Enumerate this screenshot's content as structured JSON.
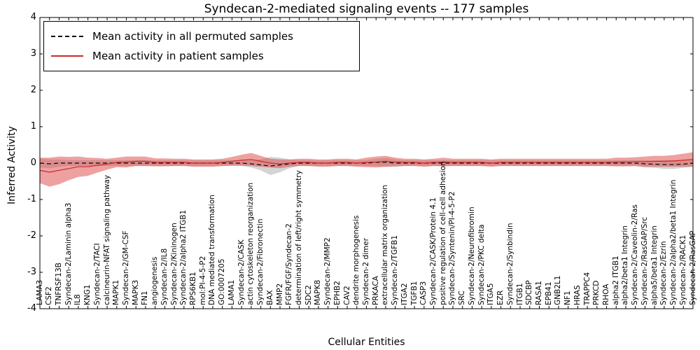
{
  "chart_data": {
    "type": "line",
    "title": "Syndecan-2-mediated signaling events -- 177 samples",
    "xlabel": "Cellular Entities",
    "ylabel": "Inferred Activity",
    "ylim": [
      -4,
      4
    ],
    "yticks": [
      4,
      3,
      2,
      1,
      0,
      -1,
      -2,
      -3,
      -4
    ],
    "grid": false,
    "legend_position": "upper left",
    "samples_label": "177 samples",
    "categories": [
      "LAMA3",
      "CSF2",
      "TNFRSF13B",
      "Syndecan-2/Laminin alpha3",
      "IL8",
      "KNG1",
      "Syndecan-2/TACI",
      "calcineurin-NFAT signaling pathway",
      "MAPK1",
      "Syndecan-2/GM-CSF",
      "MAPK3",
      "FN1",
      "angiogenesis",
      "Syndecan-2/IL8",
      "Syndecan-2/Kininogen",
      "Syndecan-2/alpha2 ITGB1",
      "RPS6KB1",
      "mol:PI-4-5-P2",
      "DNA mediated transformation",
      "GO:0007205",
      "LAMA1",
      "Syndecan-2/CASK",
      "actin cytoskeleton reorganization",
      "Syndecan-2/Fibronectin",
      "BAX",
      "MMP2",
      "FGFR/FGF/Syndecan-2",
      "determination of left/right symmetry",
      "SDC2",
      "MAPK8",
      "Syndecan-2/MMP2",
      "EPHB2",
      "CAV2",
      "dendrite morphogenesis",
      "Syndecan-2 dimer",
      "PRKACA",
      "extracellular matrix organization",
      "Syndecan-2/TGFB1",
      "ITGA2",
      "TGFB1",
      "CASP3",
      "Syndecan-2/CASK/Protein 4.1",
      "positive regulation of cell-cell adhesion",
      "Syndecan-2/Syntenin/PI-4-5-P2",
      "SRC",
      "Syndecan-2/Neurofibromin",
      "Syndecan-2/PKC delta",
      "ITGA5",
      "EZR",
      "Syndecan-2/Synbindin",
      "ITGB1",
      "SDCBP",
      "RASA1",
      "EPB41",
      "GNB2L1",
      "NF1",
      "HRAS",
      "TRAPPC4",
      "PRKCD",
      "RHOA",
      "alpha2 ITGB1",
      "alpha2/beta1 Integrin",
      "Syndecan-2/Caveolin-2/Ras",
      "Syndecan-2/RasGAP/Src",
      "alpha5/beta1 Integrin",
      "Syndecan-2/Ezrin",
      "Syndecan-2/alpha2/beta1 Integrin",
      "Syndecan-2/RACK1",
      "Syndecan-2/RasGAP"
    ],
    "series": [
      {
        "key": "permuted",
        "name": "Mean activity in all permuted samples",
        "line_color": "#000000",
        "line_style": "dashed",
        "band_color": "#aaaaaa",
        "band_opacity": 0.5,
        "mean": [
          0.0,
          -0.02,
          0.0,
          0.0,
          0.0,
          0.0,
          0.0,
          0.0,
          0.0,
          0.0,
          0.0,
          0.0,
          0.0,
          0.0,
          0.0,
          0.0,
          0.0,
          0.0,
          0.0,
          0.0,
          0.0,
          0.0,
          -0.02,
          -0.05,
          -0.08,
          -0.05,
          -0.02,
          0.0,
          0.0,
          0.0,
          0.0,
          0.0,
          0.0,
          0.0,
          0.0,
          0.02,
          0.02,
          0.0,
          0.0,
          0.0,
          0.0,
          0.0,
          0.0,
          0.0,
          0.0,
          0.0,
          0.0,
          0.0,
          0.0,
          0.0,
          0.0,
          0.0,
          0.0,
          0.0,
          0.0,
          0.0,
          0.0,
          0.0,
          0.0,
          0.0,
          0.0,
          0.0,
          0.0,
          -0.02,
          -0.03,
          -0.04,
          -0.04,
          -0.03,
          0.0
        ],
        "std": [
          0.12,
          0.12,
          0.1,
          0.08,
          0.08,
          0.08,
          0.08,
          0.08,
          0.08,
          0.08,
          0.08,
          0.08,
          0.08,
          0.08,
          0.08,
          0.08,
          0.08,
          0.08,
          0.08,
          0.08,
          0.08,
          0.08,
          0.1,
          0.15,
          0.25,
          0.2,
          0.12,
          0.08,
          0.08,
          0.08,
          0.08,
          0.08,
          0.08,
          0.08,
          0.08,
          0.1,
          0.12,
          0.1,
          0.08,
          0.08,
          0.08,
          0.08,
          0.08,
          0.08,
          0.08,
          0.08,
          0.08,
          0.08,
          0.08,
          0.08,
          0.08,
          0.08,
          0.08,
          0.08,
          0.08,
          0.08,
          0.08,
          0.08,
          0.08,
          0.08,
          0.08,
          0.08,
          0.08,
          0.1,
          0.1,
          0.12,
          0.12,
          0.1,
          0.1
        ]
      },
      {
        "key": "patient",
        "name": "Mean activity in patient samples",
        "line_color": "#cc2a2a",
        "line_style": "solid",
        "band_color": "#dd4444",
        "band_opacity": 0.5,
        "mean": [
          -0.2,
          -0.25,
          -0.2,
          -0.15,
          -0.1,
          -0.1,
          -0.06,
          -0.03,
          0.02,
          0.03,
          0.05,
          0.05,
          0.02,
          0.02,
          0.02,
          0.02,
          0.0,
          0.0,
          0.0,
          0.02,
          0.05,
          0.08,
          0.1,
          0.05,
          0.0,
          -0.02,
          0.0,
          0.02,
          0.02,
          0.0,
          0.0,
          0.02,
          0.02,
          0.0,
          0.02,
          0.03,
          0.05,
          0.03,
          0.02,
          0.02,
          0.0,
          0.02,
          0.03,
          0.02,
          0.02,
          0.02,
          0.02,
          0.0,
          0.02,
          0.02,
          0.02,
          0.02,
          0.02,
          0.02,
          0.02,
          0.02,
          0.02,
          0.02,
          0.02,
          0.02,
          0.03,
          0.03,
          0.04,
          0.04,
          0.05,
          0.05,
          0.06,
          0.08,
          0.1
        ],
        "std": [
          0.35,
          0.4,
          0.38,
          0.32,
          0.28,
          0.25,
          0.2,
          0.15,
          0.13,
          0.15,
          0.13,
          0.13,
          0.11,
          0.11,
          0.1,
          0.1,
          0.1,
          0.1,
          0.1,
          0.1,
          0.12,
          0.15,
          0.18,
          0.15,
          0.12,
          0.12,
          0.1,
          0.1,
          0.1,
          0.1,
          0.1,
          0.1,
          0.1,
          0.1,
          0.13,
          0.15,
          0.15,
          0.12,
          0.1,
          0.1,
          0.1,
          0.1,
          0.12,
          0.1,
          0.1,
          0.1,
          0.1,
          0.1,
          0.1,
          0.1,
          0.1,
          0.1,
          0.1,
          0.1,
          0.1,
          0.1,
          0.1,
          0.1,
          0.1,
          0.1,
          0.12,
          0.12,
          0.12,
          0.14,
          0.15,
          0.15,
          0.16,
          0.18,
          0.2
        ]
      }
    ]
  }
}
